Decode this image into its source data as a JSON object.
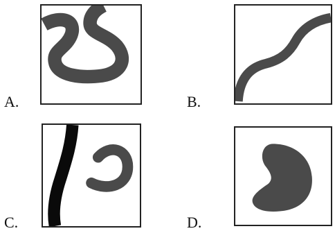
{
  "options": [
    {
      "id": "a",
      "label": "A."
    },
    {
      "id": "b",
      "label": "B."
    },
    {
      "id": "c",
      "label": "C."
    },
    {
      "id": "d",
      "label": "D."
    }
  ],
  "colors": {
    "shape_fill": "#4a4a4a",
    "dark_band": "#0a0a0a",
    "frame": "#222222",
    "background": "#ffffff"
  }
}
